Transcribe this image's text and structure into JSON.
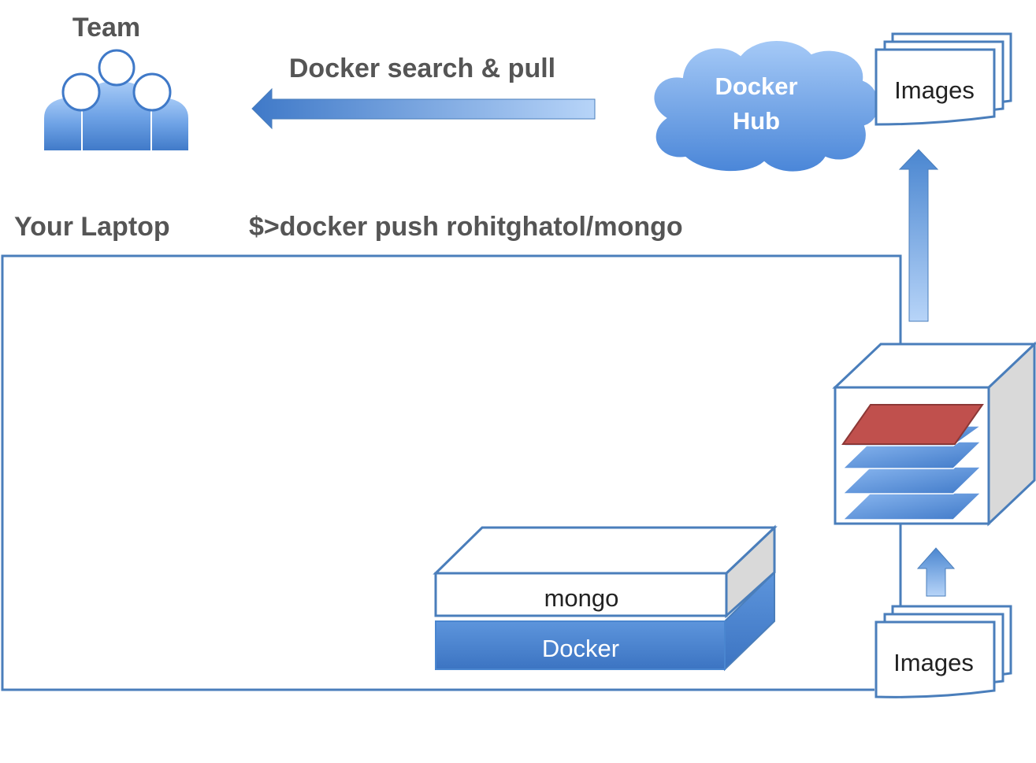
{
  "team": {
    "label": "Team"
  },
  "pull_arrow": {
    "label": "Docker search & pull"
  },
  "docker_hub": {
    "line1": "Docker",
    "line2": "Hub"
  },
  "hub_images": {
    "label": "Images"
  },
  "laptop": {
    "label": "Your Laptop"
  },
  "command": {
    "text": "$>docker push rohitghatol/mongo"
  },
  "stack": {
    "top_label": "mongo",
    "bottom_label": "Docker"
  },
  "local_images": {
    "label": "Images"
  },
  "colors": {
    "blue": "#4a86d0",
    "blue_light": "#9dc3f4",
    "outline": "#4a7ebb",
    "red_layer": "#c0504d",
    "text_gray": "#555555"
  }
}
